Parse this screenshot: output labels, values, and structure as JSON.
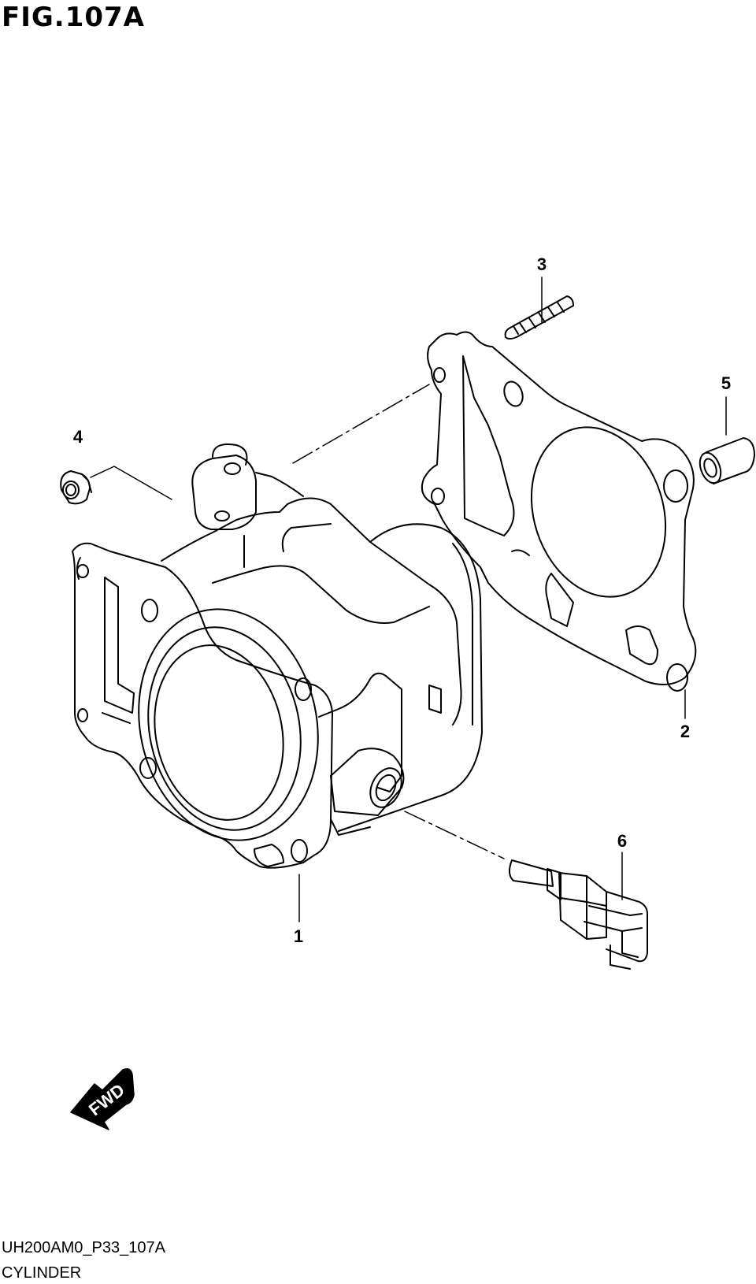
{
  "figure": {
    "title": "FIG.107A",
    "code": "UH200AM0_P33_107A",
    "name": "CYLINDER"
  },
  "callouts": [
    {
      "id": "1",
      "part": "cylinder"
    },
    {
      "id": "2",
      "part": "gasket"
    },
    {
      "id": "3",
      "part": "stud"
    },
    {
      "id": "4",
      "part": "nut"
    },
    {
      "id": "5",
      "part": "dowel-pin"
    },
    {
      "id": "6",
      "part": "sensor"
    }
  ],
  "fwd_label": "FWD",
  "colors": {
    "line": "#000000",
    "background": "#ffffff"
  }
}
